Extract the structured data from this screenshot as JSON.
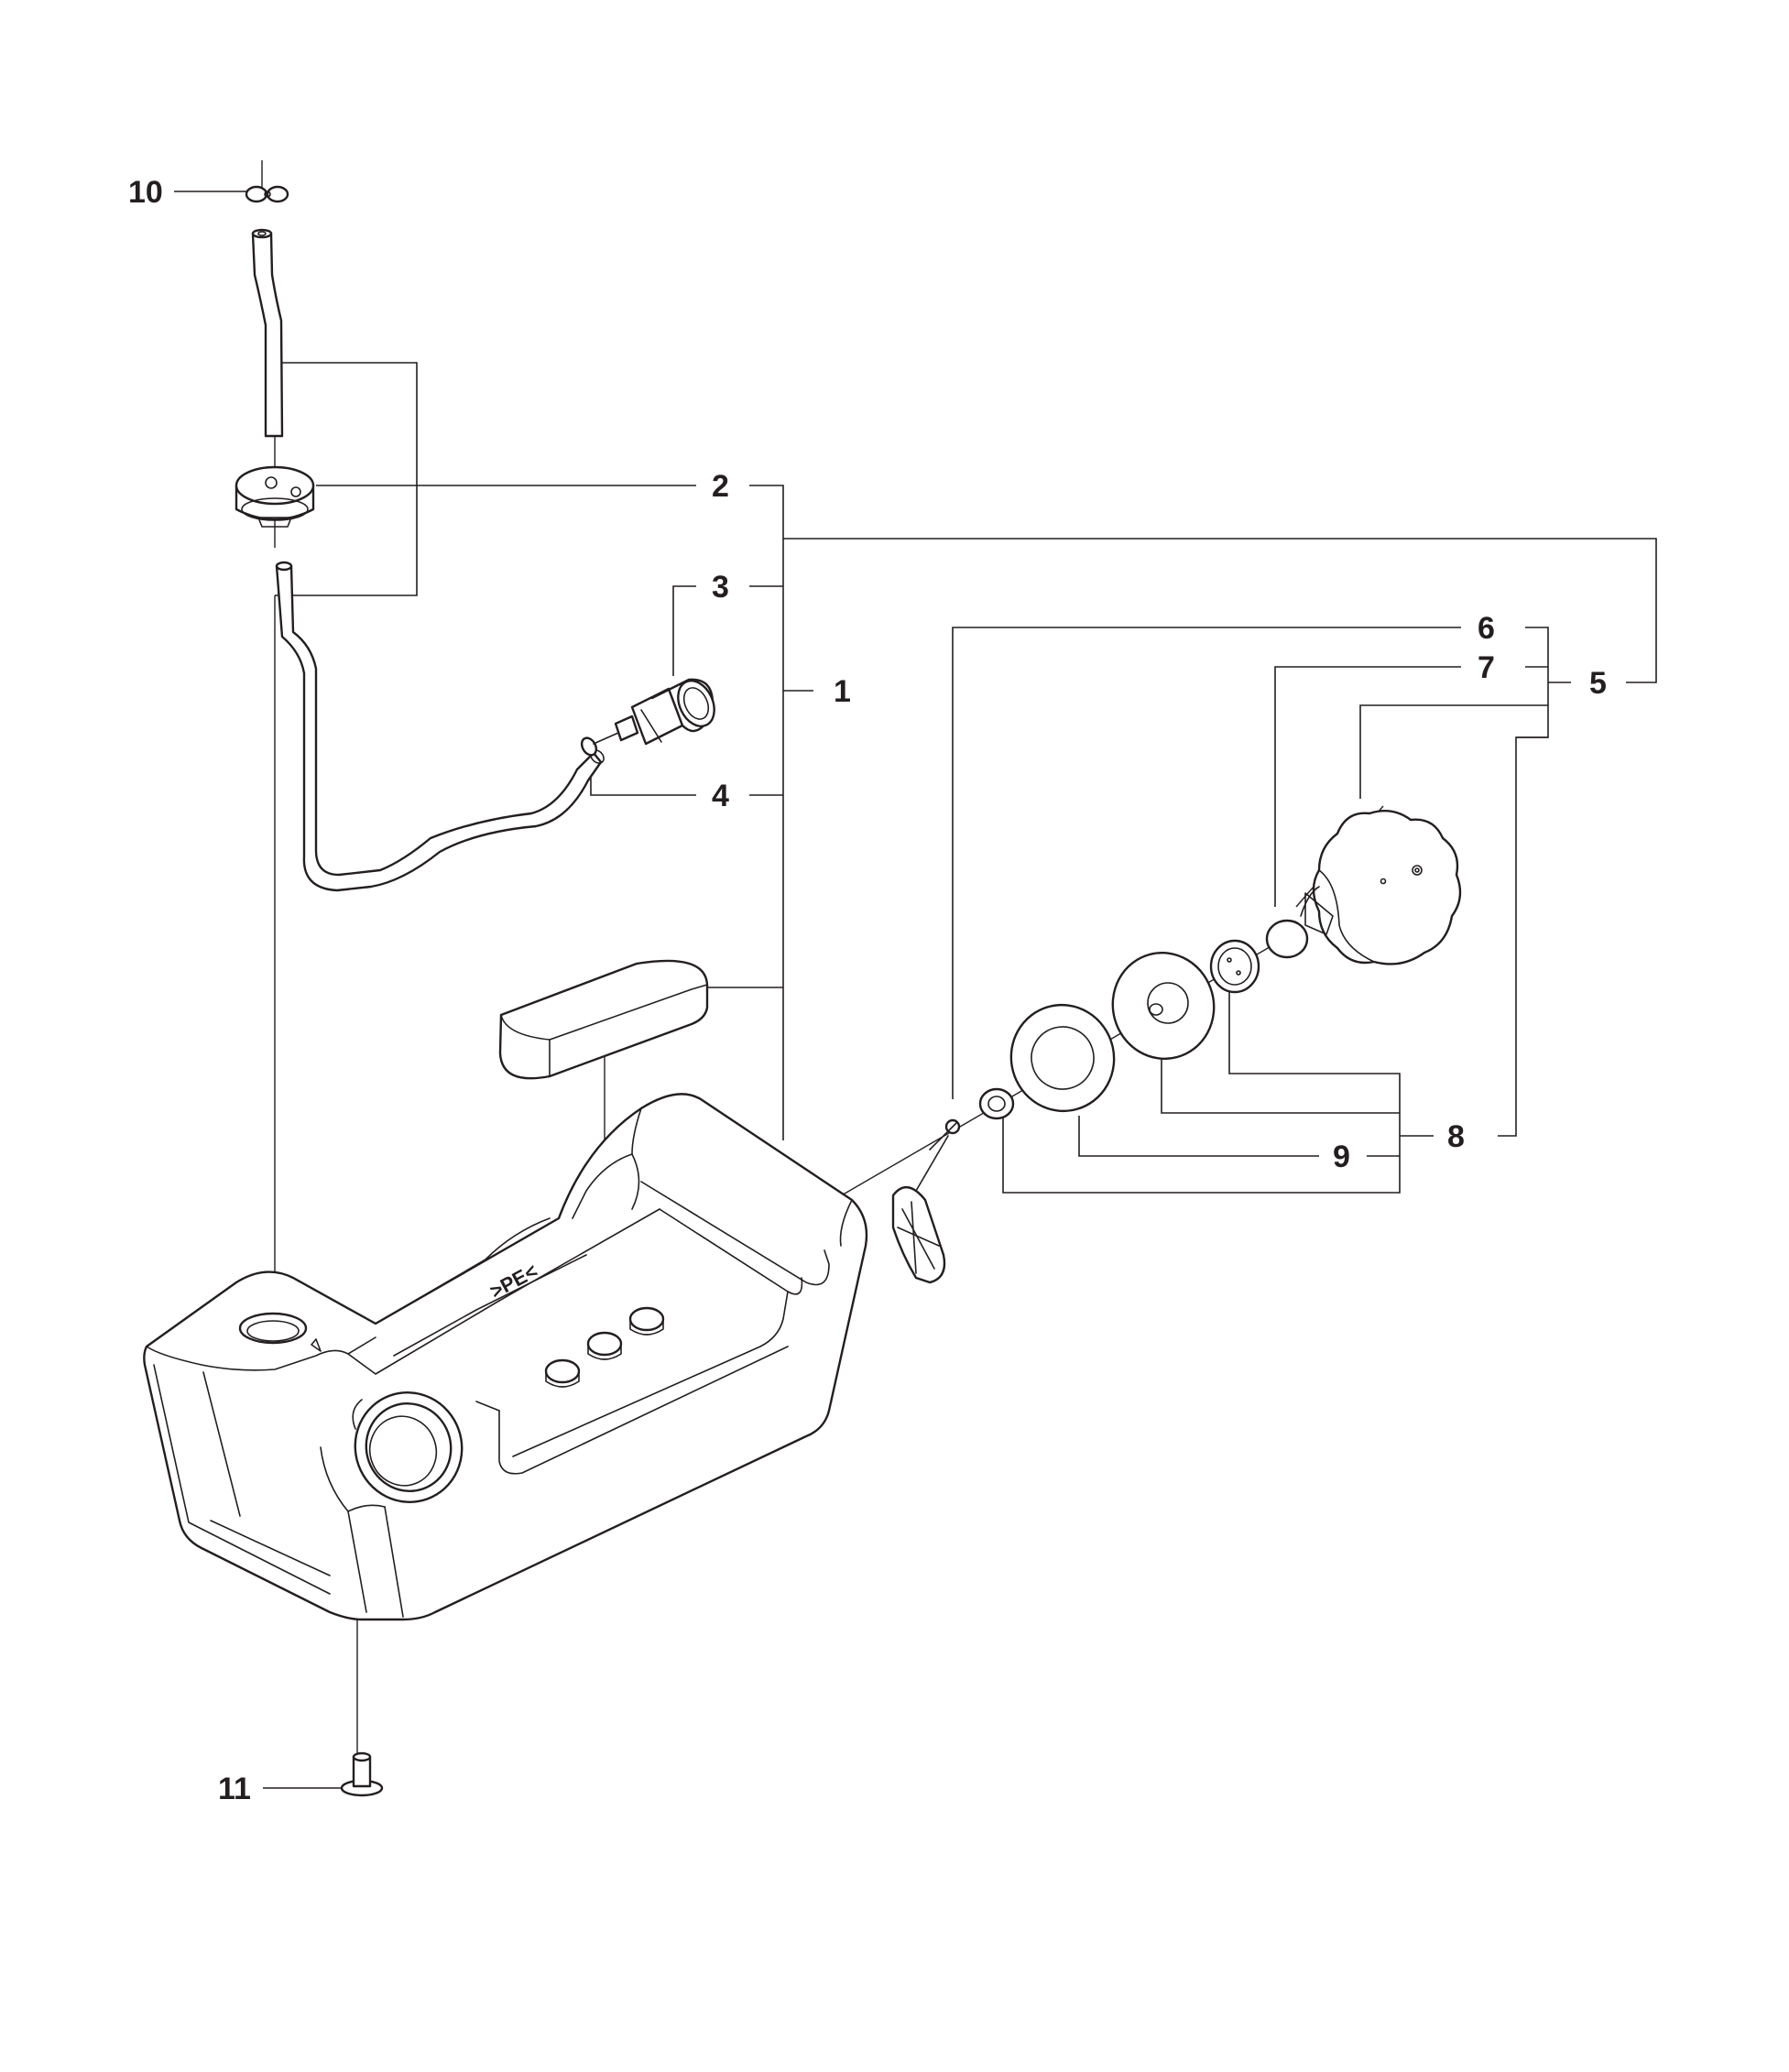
{
  "callouts": [
    {
      "id": "1",
      "label": "1"
    },
    {
      "id": "2",
      "label": "2"
    },
    {
      "id": "3",
      "label": "3"
    },
    {
      "id": "4",
      "label": "4"
    },
    {
      "id": "5",
      "label": "5"
    },
    {
      "id": "6",
      "label": "6"
    },
    {
      "id": "7",
      "label": "7"
    },
    {
      "id": "8",
      "label": "8"
    },
    {
      "id": "9",
      "label": "9"
    },
    {
      "id": "10",
      "label": "10"
    },
    {
      "id": "11",
      "label": "11"
    }
  ],
  "tank_marking": ">PE<",
  "colors": {
    "line": "#231f20",
    "background": "#ffffff"
  }
}
